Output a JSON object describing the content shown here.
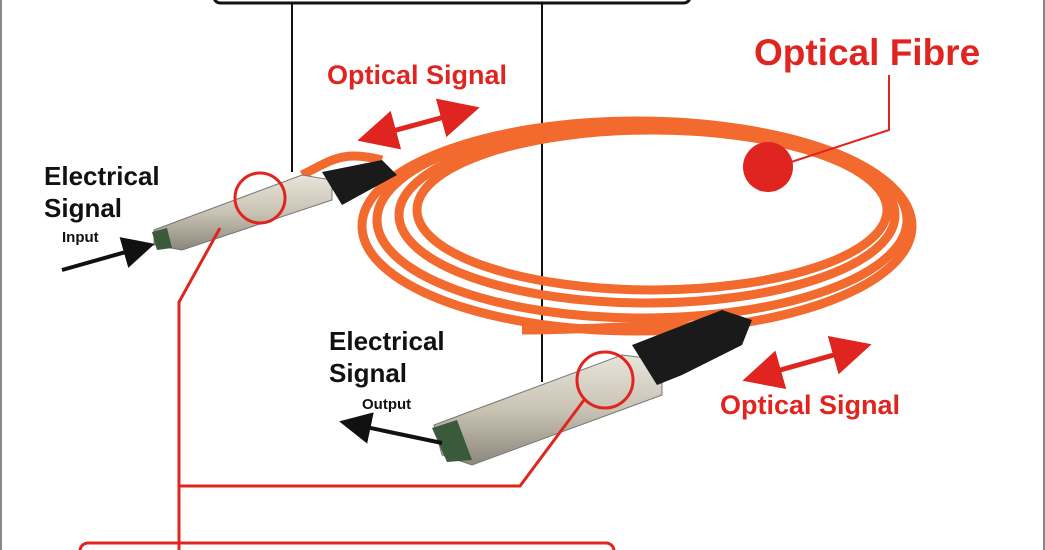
{
  "labels": {
    "optical_fibre": "Optical Fibre",
    "optical_signal_top": "Optical Signal",
    "optical_signal_bottom": "Optical Signal",
    "electrical_signal_input": "Electrical Signal",
    "input": "Input",
    "electrical_signal_output": "Electrical Signal",
    "output": "Output"
  },
  "colors": {
    "accent_red": "#e02520",
    "cable_orange": "#f26a2e",
    "black": "#111111"
  }
}
